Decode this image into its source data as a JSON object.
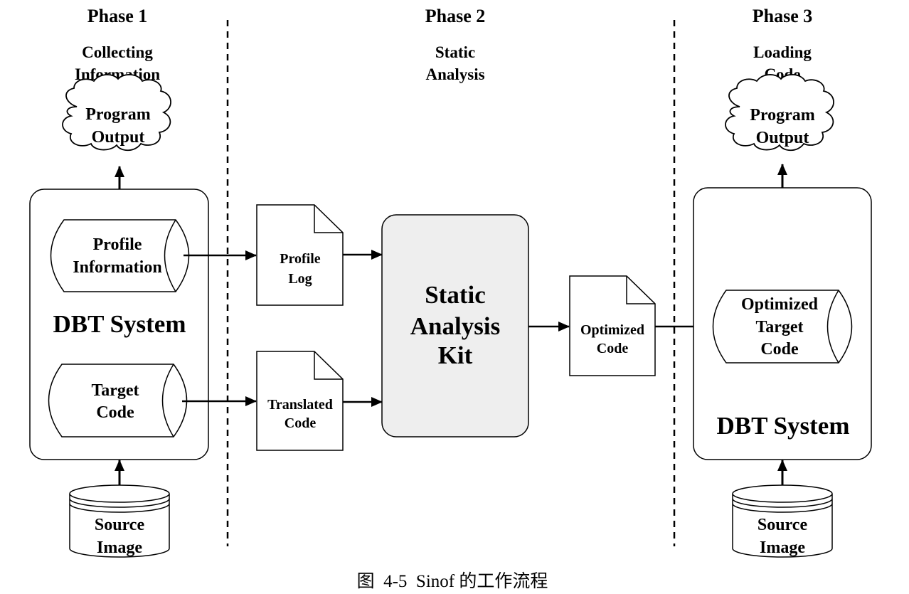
{
  "phases": [
    {
      "title": "Phase 1",
      "subtitle": [
        "Collecting",
        "Information"
      ]
    },
    {
      "title": "Phase 2",
      "subtitle": [
        "Static",
        "Analysis"
      ]
    },
    {
      "title": "Phase 3",
      "subtitle": [
        "Loading",
        "Code"
      ]
    }
  ],
  "phase1": {
    "output_cloud": [
      "Program",
      "Output"
    ],
    "system_label": "DBT System",
    "profile_drum": [
      "Profile",
      "Information"
    ],
    "target_drum": [
      "Target",
      "Code"
    ],
    "source_db": [
      "Source",
      "Image"
    ]
  },
  "phase2": {
    "profile_log_doc": [
      "Profile",
      "Log"
    ],
    "translated_code_doc": [
      "Translated",
      "Code"
    ],
    "kit": [
      "Static",
      "Analysis",
      "Kit"
    ],
    "optimized_code_doc": [
      "Optimized",
      "Code"
    ]
  },
  "phase3": {
    "output_cloud": [
      "Program",
      "Output"
    ],
    "system_label": "DBT System",
    "optimized_drum": [
      "Optimized",
      "Target",
      "Code"
    ],
    "source_db": [
      "Source",
      "Image"
    ]
  },
  "caption": "图  4-5  Sinof 的工作流程",
  "colors": {
    "stroke": "#000000",
    "kit_fill": "#eeeeee",
    "background": "#ffffff"
  }
}
